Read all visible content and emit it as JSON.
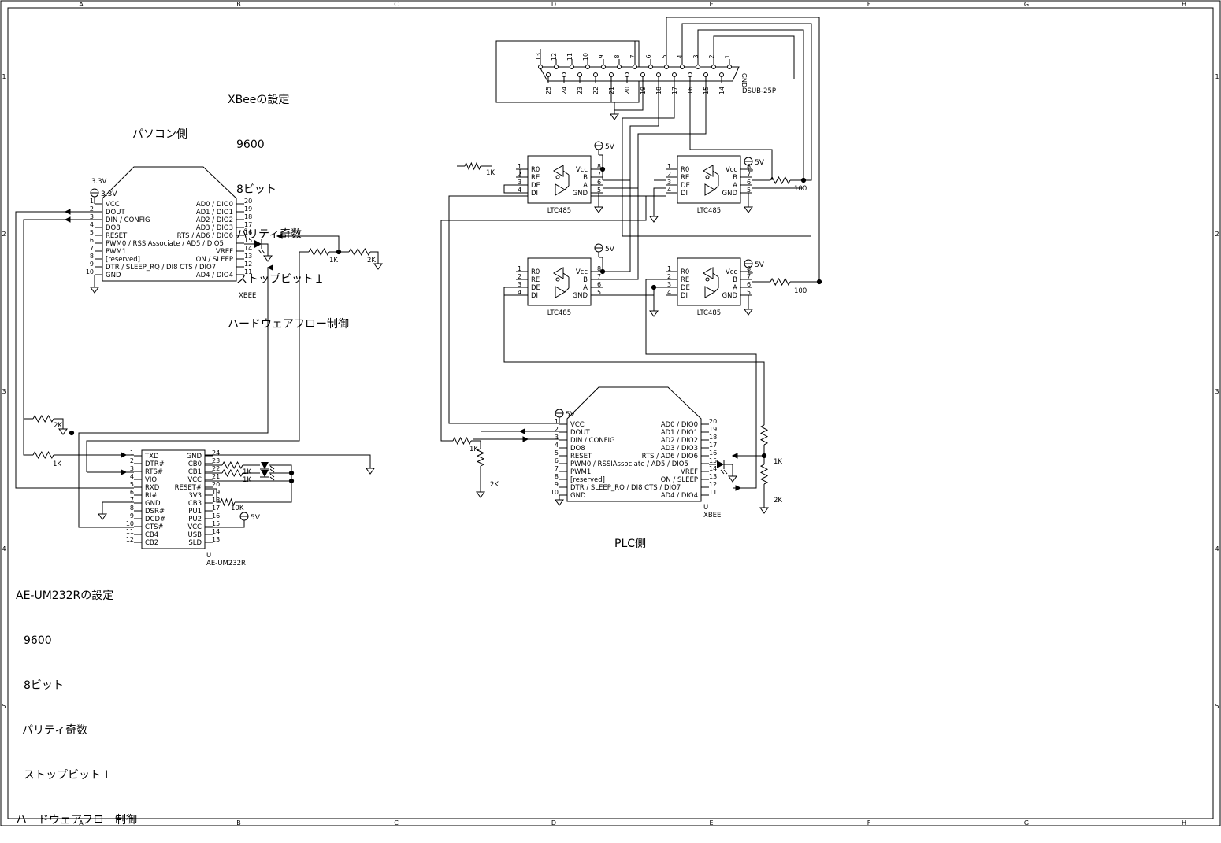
{
  "border": {
    "columns": [
      "A",
      "B",
      "C",
      "D",
      "E",
      "F",
      "G",
      "H"
    ],
    "rows": [
      "1",
      "2",
      "3",
      "4",
      "5"
    ]
  },
  "notes": {
    "xbee_settings": {
      "title": "XBeeの設定",
      "lines": [
        "9600",
        "8ビット",
        "パリティ奇数",
        "ストップビット１",
        "ハードウェアフロー制御"
      ]
    },
    "um232_settings": {
      "title": "AE-UM232Rの設定",
      "lines": [
        "9600",
        "8ビット",
        "パリティ奇数",
        "ストップビット１",
        "ハードウェアフロー制御"
      ]
    },
    "pc_side": "パソコン側",
    "plc_side": "PLC側"
  },
  "xbee": {
    "left_pins": [
      {
        "n": "1",
        "name": "VCC"
      },
      {
        "n": "2",
        "name": "DOUT"
      },
      {
        "n": "3",
        "name": "DIN / CONFIG"
      },
      {
        "n": "4",
        "name": "DO8"
      },
      {
        "n": "5",
        "name": "RESET"
      },
      {
        "n": "6",
        "name": "PWM0 / RSSIAssociate / AD5 / DIO5"
      },
      {
        "n": "7",
        "name": "PWM1"
      },
      {
        "n": "8",
        "name": "[reserved]"
      },
      {
        "n": "9",
        "name": "DTR / SLEEP_RQ / DI8 CTS  / DIO7"
      },
      {
        "n": "10",
        "name": "GND"
      }
    ],
    "right_pins": [
      {
        "n": "20",
        "name": "AD0 / DIO0"
      },
      {
        "n": "19",
        "name": "AD1 / DIO1"
      },
      {
        "n": "18",
        "name": "AD2 / DIO2"
      },
      {
        "n": "17",
        "name": "AD3 / DIO3"
      },
      {
        "n": "16",
        "name": "RTS / AD6 / DIO6"
      },
      {
        "n": "15",
        "name": ""
      },
      {
        "n": "14",
        "name": "VREF"
      },
      {
        "n": "13",
        "name": "ON / SLEEP"
      },
      {
        "n": "12",
        "name": ""
      },
      {
        "n": "11",
        "name": "AD4 / DIO4"
      }
    ],
    "pc_name": "XBEE",
    "pc_supply": "3.3V",
    "plc_name": "XBEE",
    "plc_ref": "U",
    "plc_supply": "5V"
  },
  "um232": {
    "left_pins": [
      {
        "n": "1",
        "name": "TXD"
      },
      {
        "n": "2",
        "name": "DTR#"
      },
      {
        "n": "3",
        "name": "RTS#"
      },
      {
        "n": "4",
        "name": "VIO"
      },
      {
        "n": "5",
        "name": "RXD"
      },
      {
        "n": "6",
        "name": "RI#"
      },
      {
        "n": "7",
        "name": "GND"
      },
      {
        "n": "8",
        "name": "DSR#"
      },
      {
        "n": "9",
        "name": "DCD#"
      },
      {
        "n": "10",
        "name": "CTS#"
      },
      {
        "n": "11",
        "name": "CB4"
      },
      {
        "n": "12",
        "name": "CB2"
      }
    ],
    "right_pins": [
      {
        "n": "24",
        "name": "GND"
      },
      {
        "n": "23",
        "name": "CB0"
      },
      {
        "n": "22",
        "name": "CB1"
      },
      {
        "n": "21",
        "name": "VCC"
      },
      {
        "n": "20",
        "name": "RESET#"
      },
      {
        "n": "19",
        "name": "3V3"
      },
      {
        "n": "18",
        "name": "CB3"
      },
      {
        "n": "17",
        "name": "PU1"
      },
      {
        "n": "16",
        "name": "PU2"
      },
      {
        "n": "15",
        "name": "VCC"
      },
      {
        "n": "14",
        "name": "USB"
      },
      {
        "n": "13",
        "name": "SLD"
      }
    ],
    "name": "AE-UM232R",
    "ref": "U"
  },
  "ltc485": {
    "name": "LTC485",
    "left_pins": [
      {
        "n": "1",
        "name": "R0"
      },
      {
        "n": "2",
        "name": "RE"
      },
      {
        "n": "3",
        "name": "DE"
      },
      {
        "n": "4",
        "name": "DI"
      }
    ],
    "right_pins": [
      {
        "n": "8",
        "name": "Vcc"
      },
      {
        "n": "7",
        "name": "B"
      },
      {
        "n": "6",
        "name": "A"
      },
      {
        "n": "5",
        "name": "GND"
      }
    ]
  },
  "dsub": {
    "name": "DSUB-25P",
    "top_pins": [
      "13",
      "12",
      "11",
      "10",
      "9",
      "8",
      "7",
      "6",
      "5",
      "4",
      "3",
      "2",
      "1"
    ],
    "bottom_pins": [
      "25",
      "24",
      "23",
      "22",
      "21",
      "20",
      "19",
      "18",
      "17",
      "16",
      "15",
      "14"
    ],
    "gnd_mark": "GND"
  },
  "values": {
    "supply_5v": "5V",
    "r_1k": "1K",
    "r_2k": "2K",
    "r_10k": "10K",
    "r_100": "100"
  }
}
